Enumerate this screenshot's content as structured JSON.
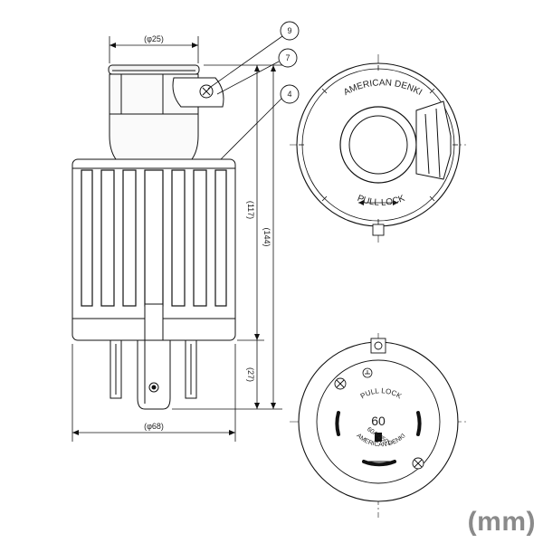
{
  "unit_label": "(mm)",
  "callouts": {
    "c9": "9",
    "c7": "7",
    "c4": "4"
  },
  "dimensions": {
    "cap_diameter": "(φ25)",
    "body_diameter": "(φ68)",
    "overall_length": "(144)",
    "body_length": "(117)",
    "blade_length": "(27)"
  },
  "top_view": {
    "brand_text": "AMERICAN DENKI",
    "lock_text": "PULL LOCK"
  },
  "face_view": {
    "rating_number": "60",
    "pull_text": "PULL",
    "lock_text": "LOCK",
    "rating_text": "60A-250V",
    "brand_text": "AMERICAN DENKI"
  }
}
